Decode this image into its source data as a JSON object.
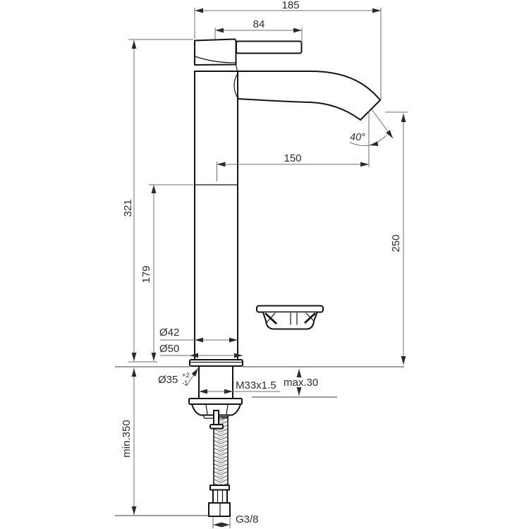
{
  "meta": {
    "background": "#ffffff",
    "object_line_color": "#141414",
    "dimension_line_color": "#6e6e6e",
    "text_color": "#2e2e2e"
  },
  "drawing": {
    "type": "technical-dimension-drawing",
    "subject": "single-lever high vessel basin mixer tap with flexible supply hose, side elevation",
    "dimensions": {
      "overall_width": "185",
      "handle_length": "84",
      "spout_reach": "150",
      "outlet_height": "250",
      "total_height": "321",
      "upper_body_height": "179",
      "spray_angle": "40°",
      "body_diameter": "Ø42",
      "base_diameter": "Ø50",
      "hole_diameter": "Ø35",
      "hole_tolerance_plus": "+2",
      "hole_tolerance_minus": "-1",
      "shank_thread": "M33x1.5",
      "max_deck_thickness": "max.30",
      "min_clearance": "min.350",
      "hose_connection": "G3/8"
    }
  }
}
